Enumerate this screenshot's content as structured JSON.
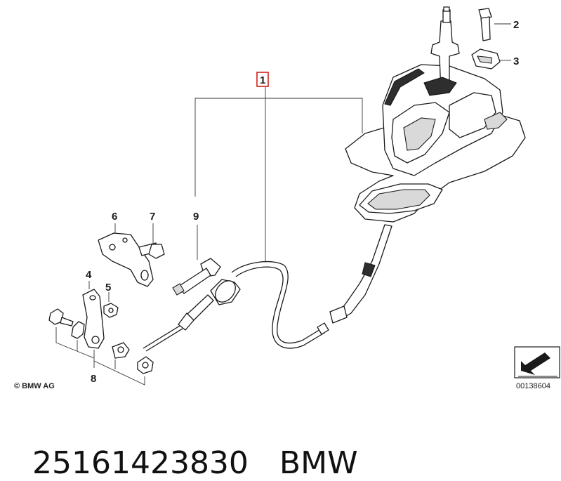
{
  "callouts": {
    "c1": "1",
    "c2": "2",
    "c3": "3",
    "c4": "4",
    "c5": "5",
    "c6": "6",
    "c7": "7",
    "c8": "8",
    "c9": "9"
  },
  "copyright": "© BMW AG",
  "image_number": "00138604",
  "caption": {
    "part_number": "25161423830",
    "brand": "BMW"
  },
  "colors": {
    "ink": "#1a1a1a",
    "highlight_box": "#d0201a",
    "background": "#ffffff"
  }
}
